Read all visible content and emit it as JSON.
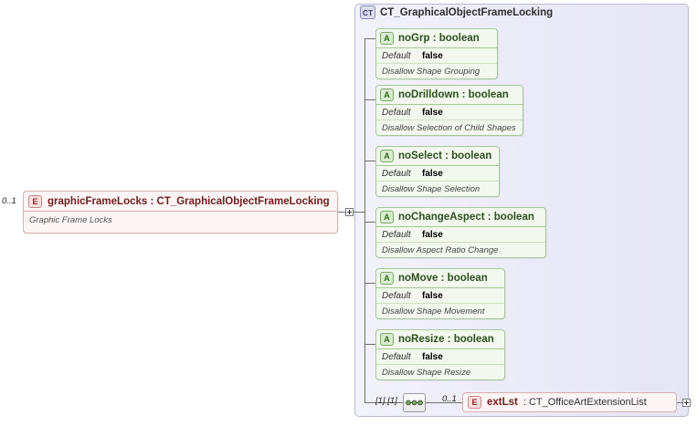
{
  "container": {
    "badge": "CT",
    "title": "CT_GraphicalObjectFrameLocking"
  },
  "element": {
    "badge": "E",
    "occurs": "0..1",
    "name": "graphicFrameLocks : CT_GraphicalObjectFrameLocking",
    "doc": "Graphic Frame Locks"
  },
  "attributes": [
    {
      "badge": "A",
      "name": "noGrp    : boolean",
      "default_label": "Default",
      "default_value": "false",
      "doc": "Disallow Shape Grouping"
    },
    {
      "badge": "A",
      "name": "noDrilldown : boolean",
      "default_label": "Default",
      "default_value": "false",
      "doc": "Disallow Selection of Child Shapes"
    },
    {
      "badge": "A",
      "name": "noSelect : boolean",
      "default_label": "Default",
      "default_value": "false",
      "doc": "Disallow Shape Selection"
    },
    {
      "badge": "A",
      "name": "noChangeAspect : boolean",
      "default_label": "Default",
      "default_value": "false",
      "doc": "Disallow Aspect Ratio Change"
    },
    {
      "badge": "A",
      "name": "noMove : boolean",
      "default_label": "Default",
      "default_value": "false",
      "doc": "Disallow Shape Movement"
    },
    {
      "badge": "A",
      "name": "noResize : boolean",
      "default_label": "Default",
      "default_value": "false",
      "doc": "Disallow Shape Resize"
    }
  ],
  "sequence": {
    "occurs": "[1] [1]",
    "icon": "sequence-icon"
  },
  "ext": {
    "occurs": "0..1",
    "badge": "E",
    "name": "extLst",
    "type": ": CT_OfficeArtExtensionList"
  },
  "colors": {
    "attribute_border": "#a8c79a",
    "attribute_fill": "#f2f8ee",
    "element_border": "#d8b0b0",
    "element_fill": "#fdf4f4",
    "container_border": "#b9b9d6",
    "container_fill": "#eeedf9"
  }
}
